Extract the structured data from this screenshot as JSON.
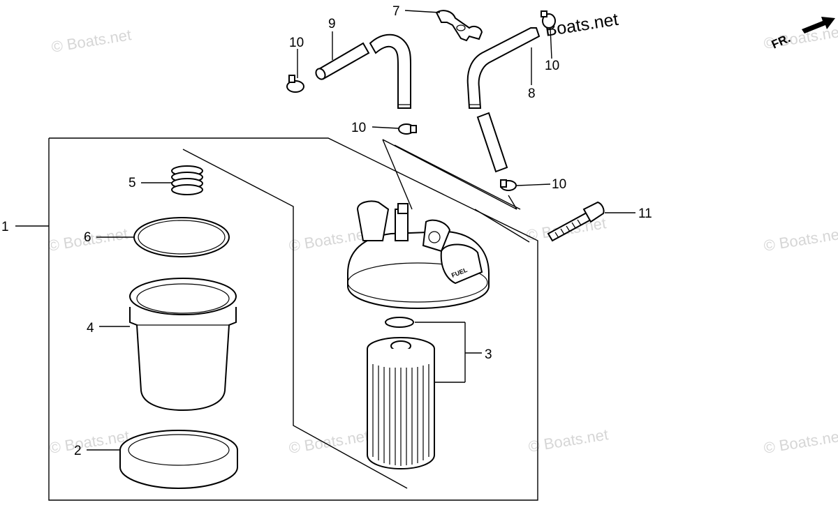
{
  "diagram": {
    "watermark_text": "© Boats.net",
    "watermark_main": "Boats.net",
    "direction_label": "FR.",
    "fuel_cap_label": "FUEL",
    "callouts": {
      "c1": "1",
      "c2": "2",
      "c3": "3",
      "c4": "4",
      "c5": "5",
      "c6": "6",
      "c7": "7",
      "c8": "8",
      "c9": "9",
      "c10a": "10",
      "c10b": "10",
      "c10c": "10",
      "c10d": "10",
      "c11": "11"
    }
  }
}
